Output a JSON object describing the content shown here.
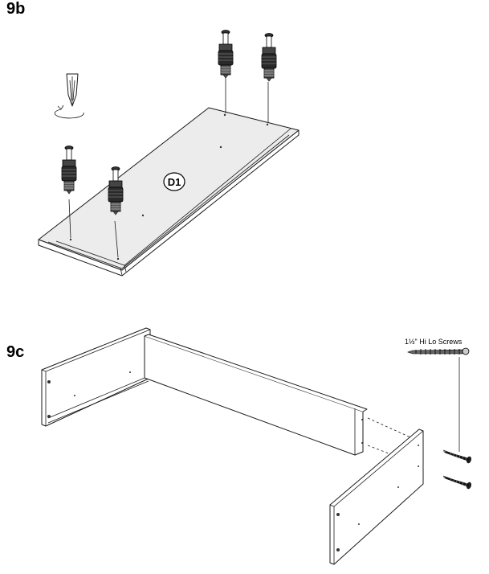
{
  "steps": {
    "step_b": {
      "label": "9b",
      "panel_label": "D1"
    },
    "step_c": {
      "label": "9c",
      "screw_label": "1½\" Hi Lo Screws"
    }
  },
  "icons": [
    "screwdriver-icon",
    "rotate-arrow-icon",
    "cam-bolt-icon",
    "hi-lo-screw-icon"
  ]
}
